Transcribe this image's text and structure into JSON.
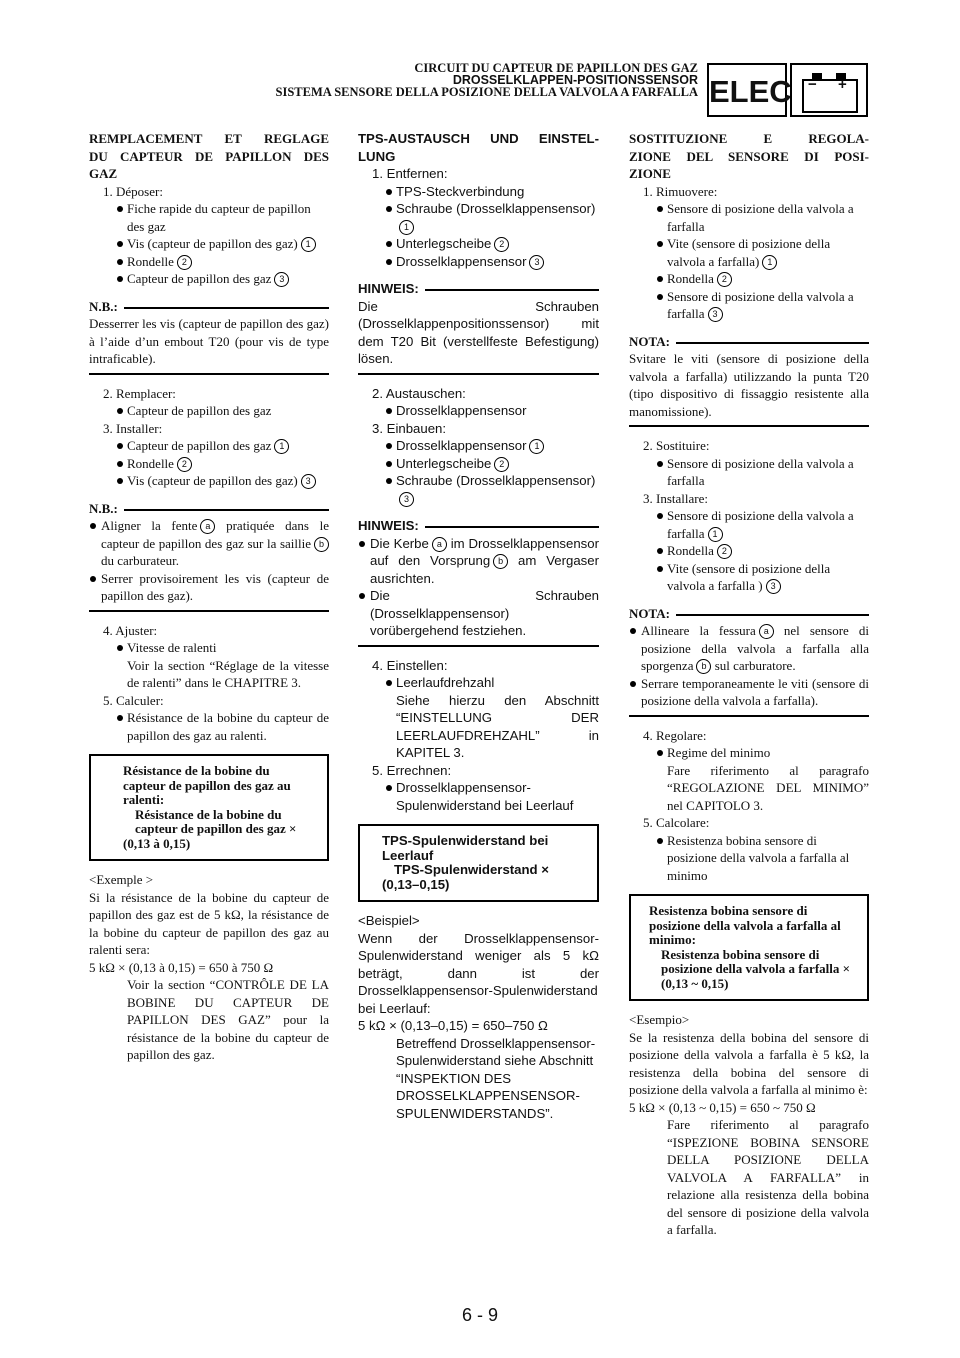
{
  "header": {
    "line1": "CIRCUIT DU CAPTEUR DE PAPILLON DES GAZ",
    "line2": "DROSSELKLAPPEN-POSITIONSSENSOR",
    "line3": "SISTEMA SENSORE DELLA POSIZIONE DELLA VALVOLA A FARFALLA",
    "elec": "ELEC",
    "minus": "−",
    "plus": "+"
  },
  "fr": {
    "title1": "REMPLACEMENT ET REGLAGE",
    "title2": "DU CAPTEUR DE PAPILLON DES",
    "title3": "GAZ",
    "s1": "1. Déposer:",
    "s1a": "Fiche rapide du capteur de papillon des gaz",
    "s1b": "Vis (capteur de papillon des gaz)",
    "s1c": "Rondelle",
    "s1d": "Capteur de papillon des gaz",
    "nb1_head": "N.B.:",
    "nb1": "Desserrer les vis (capteur de papillon des gaz) à l’aide d’un embout T20 (pour vis de type intraficable).",
    "s2": "2. Remplacer:",
    "s2a": "Capteur de papillon des gaz",
    "s3": "3. Installer:",
    "s3a": "Capteur de papillon des gaz",
    "s3b": "Rondelle",
    "s3c": "Vis (capteur de papillon des gaz)",
    "nb2_head": "N.B.:",
    "nb2a_pre": "Aligner la fente",
    "nb2a_mid": "pratiquée dans le capteur de papillon des gaz sur la saillie",
    "nb2a_post": "du carburateur.",
    "nb2b": "Serrer provisoirement les vis (capteur de papillon des gaz).",
    "s4": "4. Ajuster:",
    "s4a": "Vitesse de ralenti",
    "s4a_ref": "Voir la section “Réglage de la vitesse de ralenti” dans le CHAPITRE 3.",
    "s5": "5. Calculer:",
    "s5a": "Résistance de la bobine du capteur de papillon des gaz au ralenti.",
    "box1": "Résistance de la bobine du capteur de papillon des gaz au ralenti:",
    "box2": "Résistance de la bobine du capteur de papillon des gaz ×",
    "box3": "(0,13 à 0,15)",
    "ex_head": "<Exemple >",
    "ex_body": "Si la résistance de la bobine du capteur de papillon des gaz est de 5 kΩ, la résistance de la bobine du capteur de papillon des gaz au ralenti sera:",
    "ex_calc": "5 kΩ × (0,13 à 0,15) = 650 à 750 Ω",
    "ex_ref": "Voir la section “CONTRÔLE DE LA BOBINE DU CAPTEUR DE PAPILLON DES GAZ” pour la résistance de la bobine du capteur de papillon des gaz."
  },
  "de": {
    "title1": "TPS-AUSTAUSCH UND EINSTEL-",
    "title2": "LUNG",
    "s1": "1. Entfernen:",
    "s1a": "TPS-Steckverbindung",
    "s1b": "Schraube (Drosselklappensensor)",
    "s1c": "Unterlegscheibe",
    "s1d": "Drosselklappensensor",
    "nb1_head": "HINWEIS:",
    "nb1": "Die Schrauben (Drosselklappenpositionssensor) mit dem T20 Bit (verstellfeste Befestigung) lösen.",
    "s2": "2. Austauschen:",
    "s2a": "Drosselklappensensor",
    "s3": "3. Einbauen:",
    "s3a": "Drosselklappensensor",
    "s3b": "Unterlegscheibe",
    "s3c": "Schraube (Drosselklappensensor)",
    "nb2_head": "HINWEIS:",
    "nb2a_pre": "Die Kerbe",
    "nb2a_mid": "im Drosselklappensensor auf den Vorsprung",
    "nb2a_post": "am Vergaser ausrichten.",
    "nb2b": "Die Schrauben (Drosselklappensensor) vorübergehend festziehen.",
    "s4": "4. Einstellen:",
    "s4a": "Leerlaufdrehzahl",
    "s4a_ref": "Siehe hierzu den Abschnitt “EINSTELLUNG DER LEERLAUFDREHZAHL” in KAPITEL 3.",
    "s5": "5. Errechnen:",
    "s5a": "Drosselklappensensor-Spulenwiderstand bei Leerlauf",
    "box1": "TPS-Spulenwiderstand bei Leerlauf",
    "box2": "TPS-Spulenwiderstand ×",
    "box3": "(0,13–0,15)",
    "ex_head": "<Beispiel>",
    "ex_body": "Wenn der Drosselklappensensor-Spulenwiderstand weniger als 5 kΩ beträgt, dann ist der Drosselklappensensor-Spulenwiderstand bei Leerlauf:",
    "ex_calc": "5 kΩ × (0,13–0,15) = 650–750 Ω",
    "ex_ref": "Betreffend Drosselklappensensor-Spulenwiderstand siehe Abschnitt “INSPEKTION DES DROSSELKLAPPENSENSOR-SPULENWIDERSTANDS”."
  },
  "it": {
    "title1": "SOSTITUZIONE E REGOLA-",
    "title2": "ZIONE DEL SENSORE DI POSI-",
    "title3": "ZIONE",
    "s1": "1. Rimuovere:",
    "s1a": "Sensore di posizione della valvola a farfalla",
    "s1b": "Vite (sensore di posizione della valvola a farfalla)",
    "s1c": "Rondella",
    "s1d": "Sensore di posizione della valvola a farfalla",
    "nb1_head": "NOTA:",
    "nb1": "Svitare le viti (sensore di posizione della valvola a farfalla) utilizzando la punta T20 (tipo dispositivo di fissaggio resistente alla manomissione).",
    "s2": "2. Sostituire:",
    "s2a": "Sensore di posizione della valvola a farfalla",
    "s3": "3. Installare:",
    "s3a": "Sensore di posizione della valvola a farfalla",
    "s3b": "Rondella",
    "s3c": "Vite (sensore di posizione della valvola a farfalla )",
    "nb2_head": "NOTA:",
    "nb2a_pre": "Allineare la fessura",
    "nb2a_mid": "nel sensore di posizione della valvola a farfalla alla sporgenza",
    "nb2a_post": "sul carburatore.",
    "nb2b": "Serrare temporaneamente le viti (sensore di posizione della valvola a farfalla).",
    "s4": "4. Regolare:",
    "s4a": "Regime del minimo",
    "s4a_ref": "Fare riferimento al paragrafo “REGOLAZIONE DEL MINIMO” nel CAPITOLO 3.",
    "s5": "5. Calcolare:",
    "s5a": "Resistenza bobina sensore di posizione della valvola a farfalla al minimo",
    "box1": "Resistenza bobina sensore di posizione della valvola a farfalla al minimo:",
    "box2": "Resistenza bobina sensore di posizione della valvola a farfalla × (0,13 ~ 0,15)",
    "ex_head": "<Esempio>",
    "ex_body": "Se la resistenza della bobina del sensore di posizione della valvola a farfalla è 5 kΩ, la resistenza della bobina del sensore di posizione della valvola a farfalla al minimo è:",
    "ex_calc": "5 kΩ × (0,13 ~ 0,15) = 650 ~ 750 Ω",
    "ex_ref": "Fare riferimento al paragrafo “ISPEZIONE BOBINA SENSORE DELLA POSIZIONE DELLA VALVOLA A FARFALLA” in relazione alla resistenza della bobina del sensore di posizione della valvola a farfalla."
  },
  "marks": {
    "n1": "1",
    "n2": "2",
    "n3": "3",
    "a": "a",
    "b": "b"
  },
  "page_number": "6 - 9"
}
